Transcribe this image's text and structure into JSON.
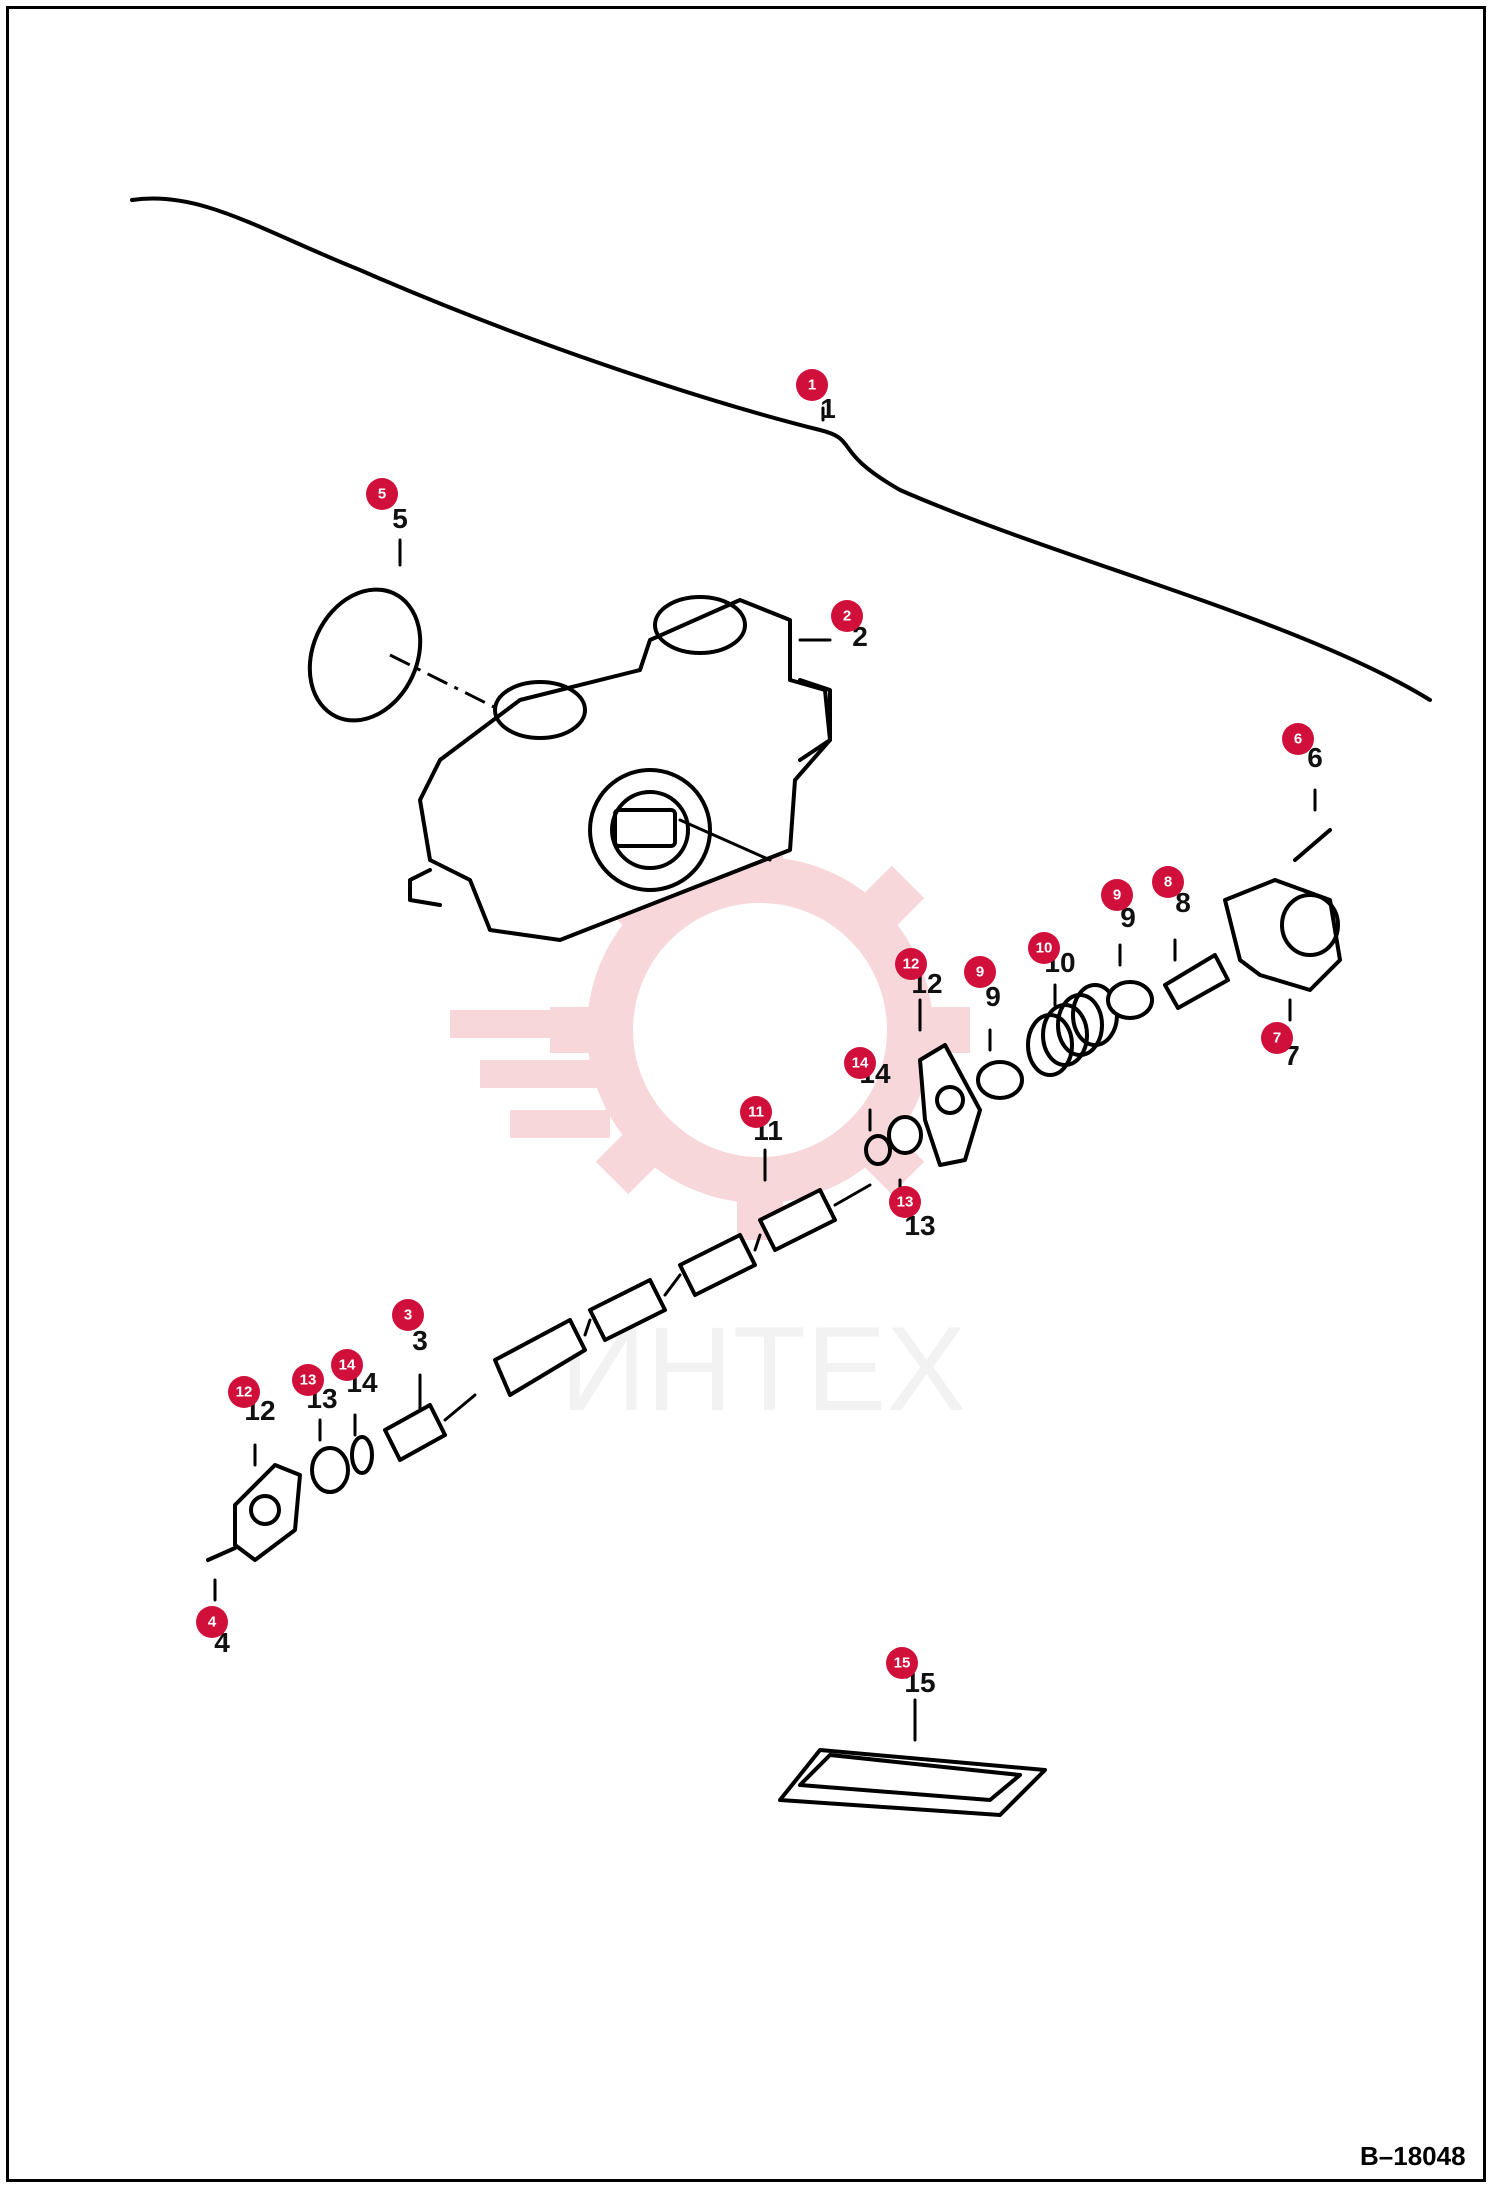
{
  "diagram": {
    "reference_code": "B–18048",
    "watermark_text": "ИНТЕХ",
    "callout_color": "#d0103a",
    "callouts": [
      {
        "id": "callout-1",
        "label": "1"
      },
      {
        "id": "callout-2",
        "label": "2"
      },
      {
        "id": "callout-3",
        "label": "3"
      },
      {
        "id": "callout-4",
        "label": "4"
      },
      {
        "id": "callout-5",
        "label": "5"
      },
      {
        "id": "callout-6",
        "label": "6"
      },
      {
        "id": "callout-7",
        "label": "7"
      },
      {
        "id": "callout-8",
        "label": "8"
      },
      {
        "id": "callout-9a",
        "label": "9"
      },
      {
        "id": "callout-9b",
        "label": "9"
      },
      {
        "id": "callout-10",
        "label": "10"
      },
      {
        "id": "callout-11",
        "label": "11"
      },
      {
        "id": "callout-12a",
        "label": "12"
      },
      {
        "id": "callout-12b",
        "label": "12"
      },
      {
        "id": "callout-13a",
        "label": "13"
      },
      {
        "id": "callout-13b",
        "label": "13"
      },
      {
        "id": "callout-14a",
        "label": "14"
      },
      {
        "id": "callout-14b",
        "label": "14"
      },
      {
        "id": "callout-15",
        "label": "15"
      }
    ],
    "part_numbers": [
      {
        "id": "num-1",
        "label": "1"
      },
      {
        "id": "num-2",
        "label": "2"
      },
      {
        "id": "num-3",
        "label": "3"
      },
      {
        "id": "num-4",
        "label": "4"
      },
      {
        "id": "num-5",
        "label": "5"
      },
      {
        "id": "num-6",
        "label": "6"
      },
      {
        "id": "num-7",
        "label": "7"
      },
      {
        "id": "num-8",
        "label": "8"
      },
      {
        "id": "num-9a",
        "label": "9"
      },
      {
        "id": "num-9b",
        "label": "9"
      },
      {
        "id": "num-10",
        "label": "10"
      },
      {
        "id": "num-11",
        "label": "11"
      },
      {
        "id": "num-12a",
        "label": "12"
      },
      {
        "id": "num-12b",
        "label": "12"
      },
      {
        "id": "num-13a",
        "label": "13"
      },
      {
        "id": "num-13b",
        "label": "13"
      },
      {
        "id": "num-14a",
        "label": "14"
      },
      {
        "id": "num-14b",
        "label": "14"
      },
      {
        "id": "num-15",
        "label": "15"
      }
    ]
  }
}
